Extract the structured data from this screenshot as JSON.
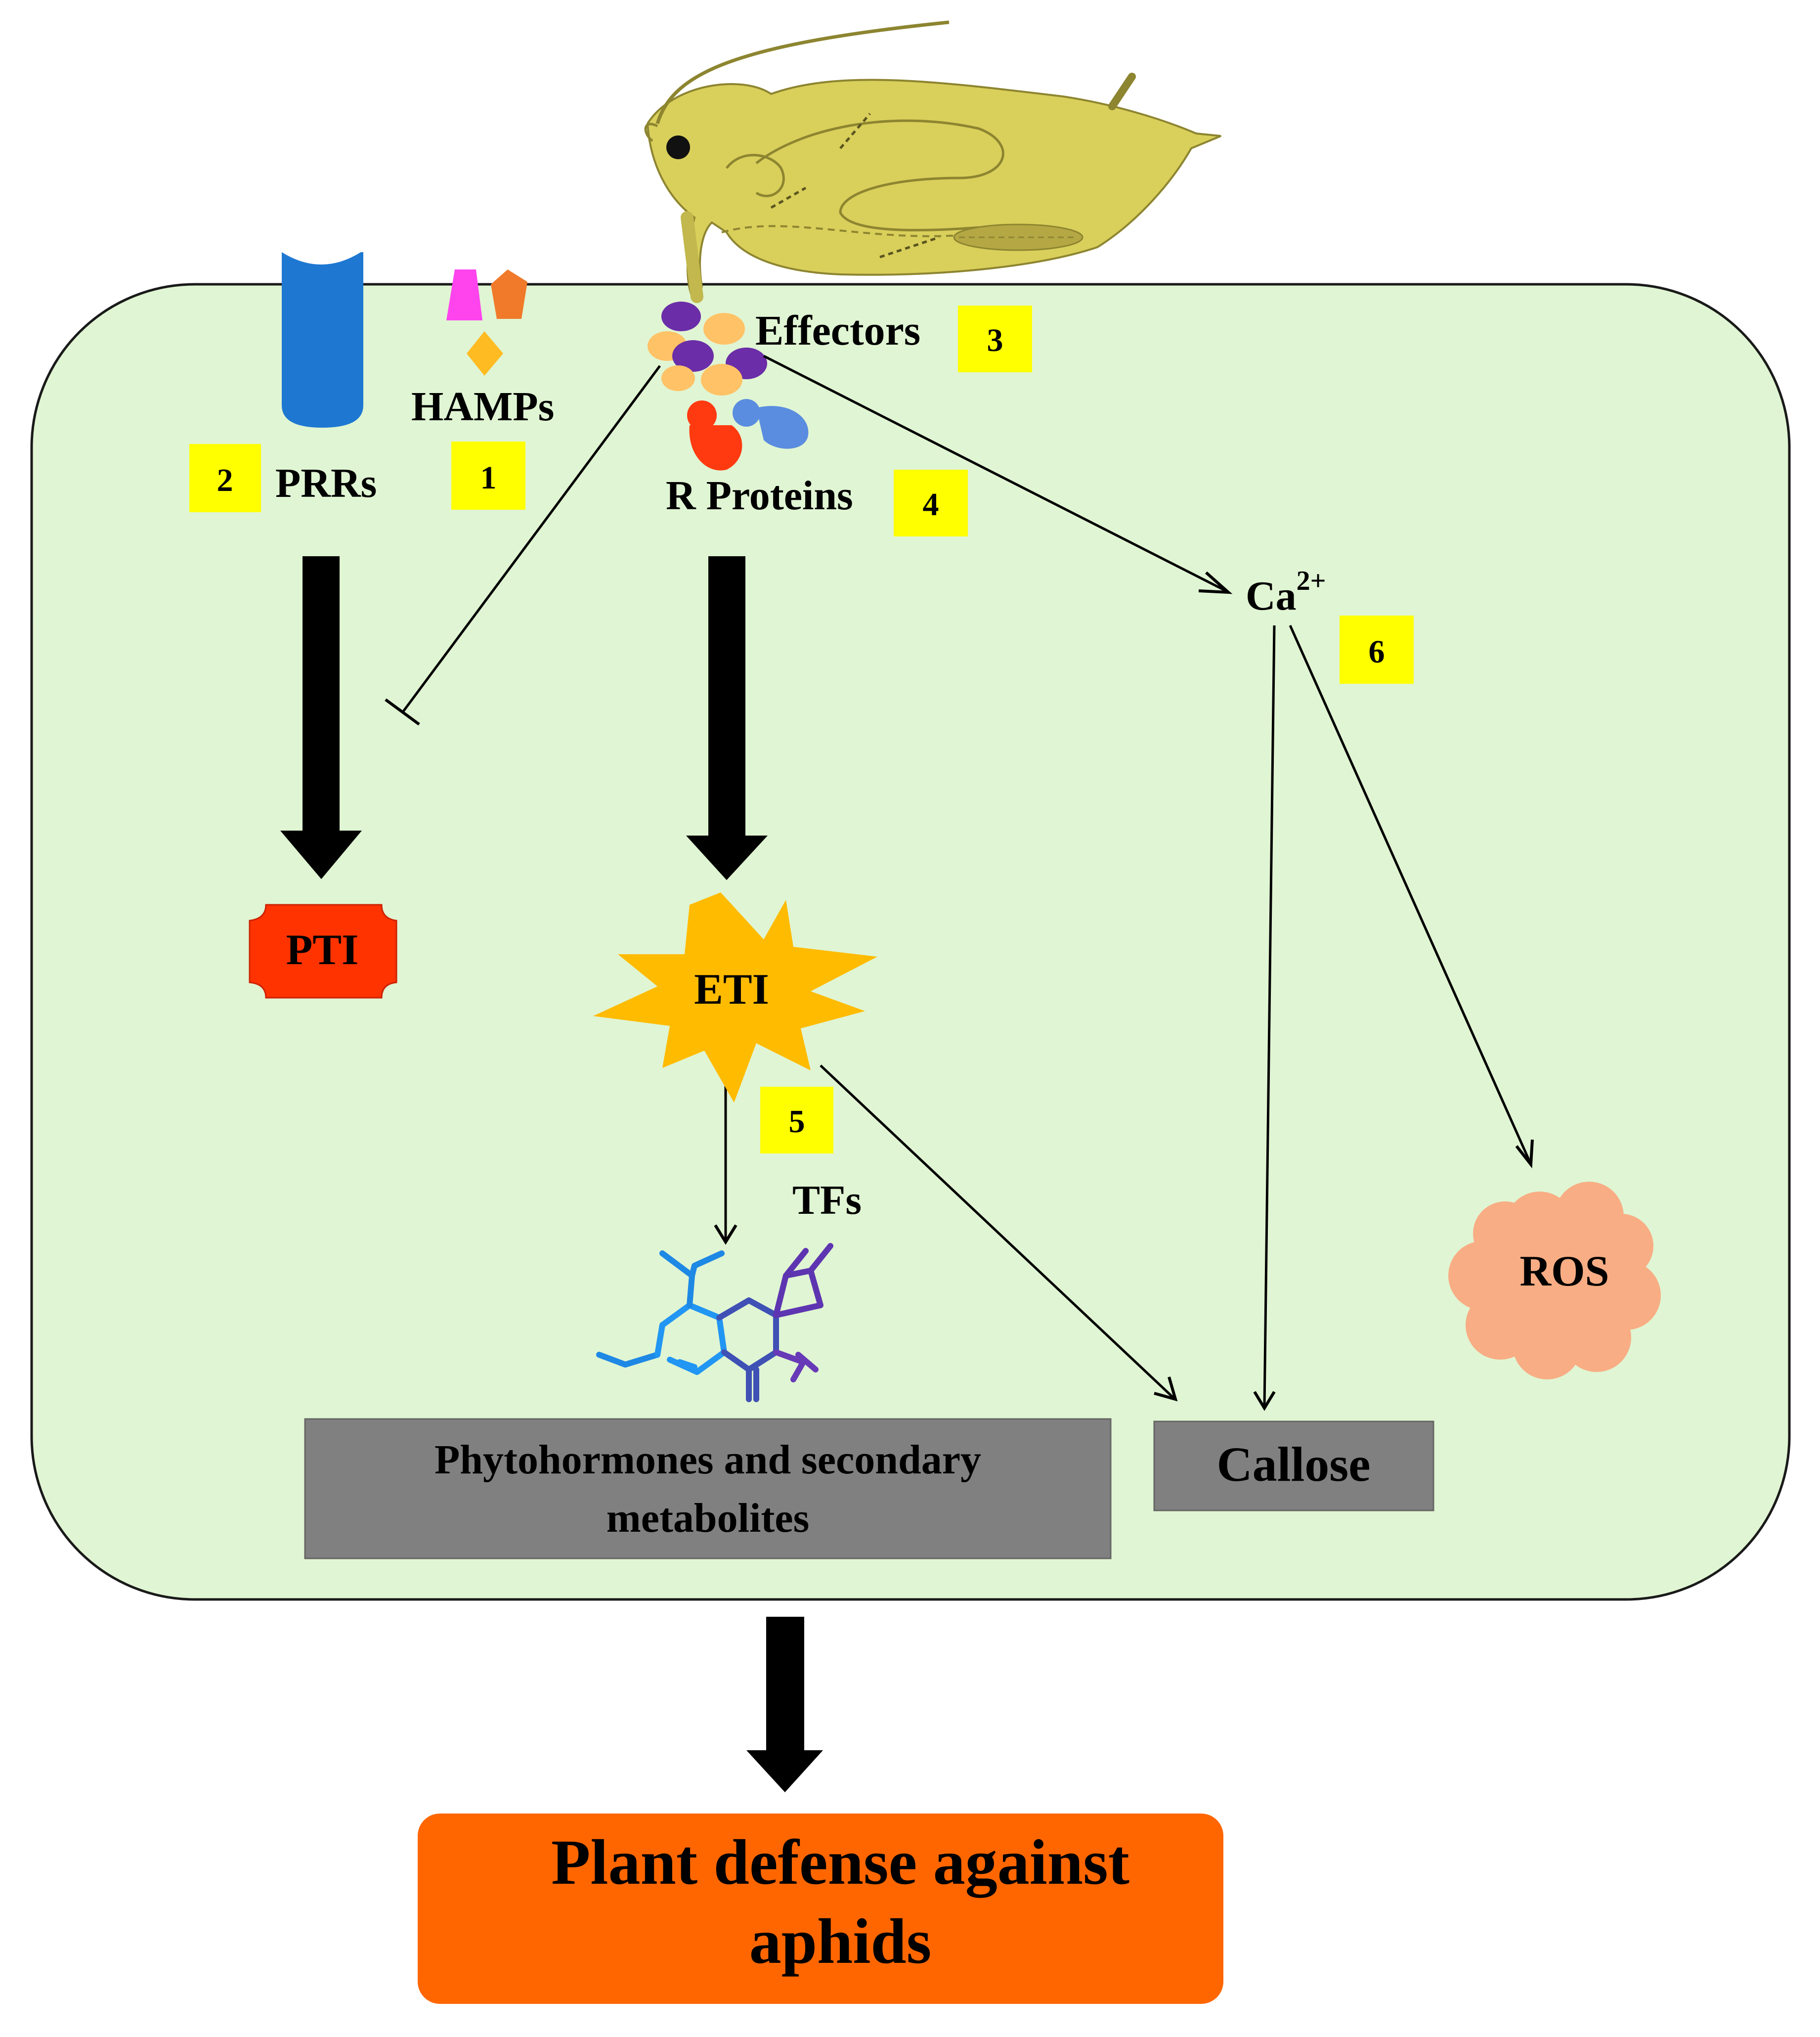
{
  "labels": {
    "effectors": "Effectors",
    "hamps": "HAMPs",
    "prrs": "PRRs",
    "r_proteins": "R Proteins",
    "calcium_base": "Ca",
    "calcium_sup": "2+",
    "tfs": "TFs"
  },
  "badges": {
    "n1": "1",
    "n2": "2",
    "n3": "3",
    "n4": "4",
    "n5": "5",
    "n6": "6"
  },
  "nodes": {
    "pti": "PTI",
    "eti": "ETI",
    "ros": "ROS",
    "callose": "Callose",
    "metabolites_line1": "Phytohormones and secondary",
    "metabolites_line2": "metabolites"
  },
  "outcome": {
    "line1": "Plant defense against",
    "line2": "aphids"
  },
  "colors": {
    "cell_fill": "#e0f5d3",
    "badge": "#ffff00",
    "prr_receptor": "#1e78d2",
    "pti": "#ff3300",
    "eti": "#ffbb00",
    "ros": "#f8ad84",
    "gray_box": "#808080",
    "outcome_box": "#ff6600",
    "aphid": "#d9cf5b"
  }
}
